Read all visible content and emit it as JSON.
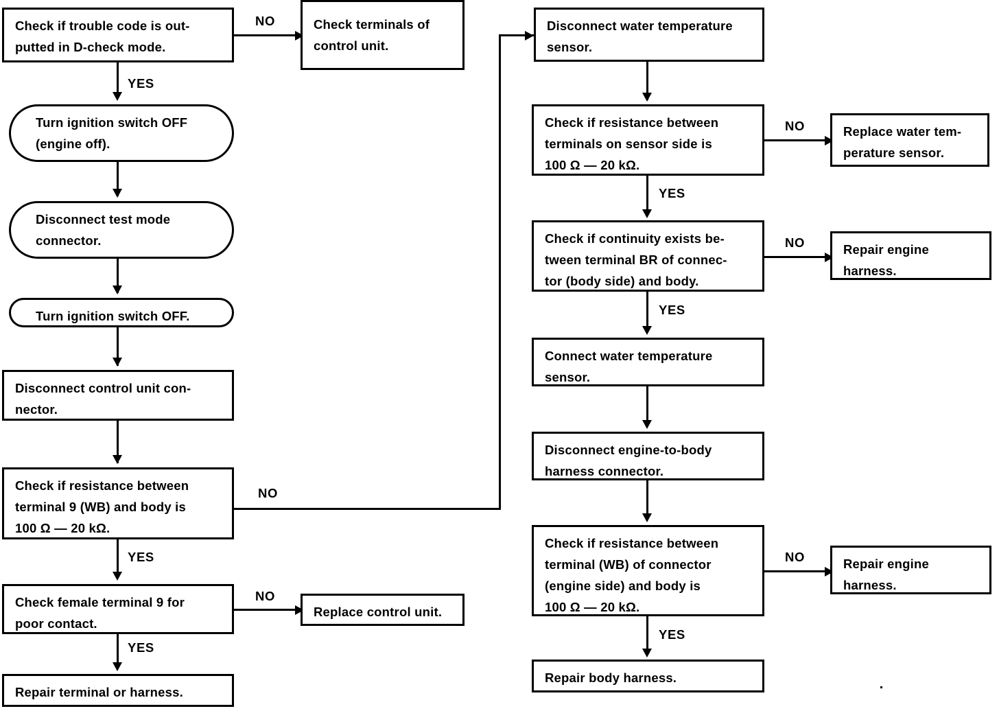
{
  "diagram": {
    "title": "Water temperature sensor circuit diagnostic flow chart",
    "type": "flowchart",
    "line_color": "#000000",
    "background_color": "#ffffff",
    "edge_labels": {
      "yes": "YES",
      "no": "NO"
    }
  },
  "nodes": {
    "n1": {
      "id": "check-trouble-code",
      "shape": "rect",
      "text": "Check if trouble code is out-\nputted in D-check mode."
    },
    "n2": {
      "id": "check-terminals-control",
      "shape": "rect",
      "text": "Check terminals of\ncontrol unit."
    },
    "n3": {
      "id": "ignition-off-engine-off",
      "shape": "stadium",
      "text": "Turn ignition switch OFF\n(engine off)."
    },
    "n4": {
      "id": "disconnect-test-mode",
      "shape": "stadium",
      "text": "Disconnect test mode\nconnector."
    },
    "n5": {
      "id": "ignition-off",
      "shape": "stadium",
      "text": "Turn ignition switch OFF."
    },
    "n6": {
      "id": "disconnect-control-unit",
      "shape": "rect",
      "text": "Disconnect control unit con-\nnector."
    },
    "n7": {
      "id": "check-resistance-term9",
      "shape": "rect",
      "text": "Check if resistance between\nterminal 9 (WB) and body is\n100 Ω — 20 kΩ."
    },
    "n8": {
      "id": "check-female-terminal9",
      "shape": "rect",
      "text": "Check female terminal 9 for\npoor contact."
    },
    "n9": {
      "id": "replace-control-unit",
      "shape": "rect",
      "text": "Replace control unit."
    },
    "n10": {
      "id": "repair-terminal-harness",
      "shape": "rect",
      "text": "Repair terminal or harness."
    },
    "n11": {
      "id": "disconnect-water-temp",
      "shape": "rect",
      "text": "Disconnect water temperature\nsensor."
    },
    "n12": {
      "id": "check-resistance-sensor",
      "shape": "rect",
      "text": "Check if resistance between\nterminals on sensor side is\n100 Ω — 20 kΩ."
    },
    "n13": {
      "id": "replace-water-temp-sensor",
      "shape": "rect",
      "text": "Replace water tem-\nperature sensor."
    },
    "n14": {
      "id": "check-continuity-br",
      "shape": "rect",
      "text": "Check if continuity exists be-\ntween terminal BR of connec-\ntor (body side) and body."
    },
    "n15": {
      "id": "repair-engine-harness-1",
      "shape": "rect",
      "text": "Repair engine\nharness."
    },
    "n16": {
      "id": "connect-water-temp",
      "shape": "rect",
      "text": "Connect water temperature\nsensor."
    },
    "n17": {
      "id": "disconnect-engine-to-body",
      "shape": "rect",
      "text": "Disconnect engine-to-body\nharness connector."
    },
    "n18": {
      "id": "check-resistance-wb",
      "shape": "rect",
      "text": "Check if resistance between\nterminal (WB) of connector\n(engine side) and body is\n100 Ω — 20 kΩ."
    },
    "n19": {
      "id": "repair-engine-harness-2",
      "shape": "rect",
      "text": "Repair engine\nharness."
    },
    "n20": {
      "id": "repair-body-harness",
      "shape": "rect",
      "text": "Repair body harness."
    }
  },
  "edges": [
    {
      "from": "n1",
      "to": "n2",
      "label": "NO"
    },
    {
      "from": "n1",
      "to": "n3",
      "label": "YES"
    },
    {
      "from": "n3",
      "to": "n4",
      "label": ""
    },
    {
      "from": "n4",
      "to": "n5",
      "label": ""
    },
    {
      "from": "n5",
      "to": "n6",
      "label": ""
    },
    {
      "from": "n6",
      "to": "n7",
      "label": ""
    },
    {
      "from": "n7",
      "to": "n11",
      "label": "NO"
    },
    {
      "from": "n7",
      "to": "n8",
      "label": "YES"
    },
    {
      "from": "n8",
      "to": "n9",
      "label": "NO"
    },
    {
      "from": "n8",
      "to": "n10",
      "label": "YES"
    },
    {
      "from": "n11",
      "to": "n12",
      "label": ""
    },
    {
      "from": "n12",
      "to": "n13",
      "label": "NO"
    },
    {
      "from": "n12",
      "to": "n14",
      "label": "YES"
    },
    {
      "from": "n14",
      "to": "n15",
      "label": "NO"
    },
    {
      "from": "n14",
      "to": "n16",
      "label": "YES"
    },
    {
      "from": "n16",
      "to": "n17",
      "label": ""
    },
    {
      "from": "n17",
      "to": "n18",
      "label": ""
    },
    {
      "from": "n18",
      "to": "n19",
      "label": "NO"
    },
    {
      "from": "n18",
      "to": "n20",
      "label": "YES"
    }
  ],
  "edge_label_text": {
    "e1_no": "NO",
    "e1_yes": "YES",
    "e7_no": "NO",
    "e7_yes": "YES",
    "e8_no": "NO",
    "e8_yes": "YES",
    "e12_no": "NO",
    "e12_yes": "YES",
    "e14_no": "NO",
    "e14_yes": "YES",
    "e18_no": "NO",
    "e18_yes": "YES"
  }
}
